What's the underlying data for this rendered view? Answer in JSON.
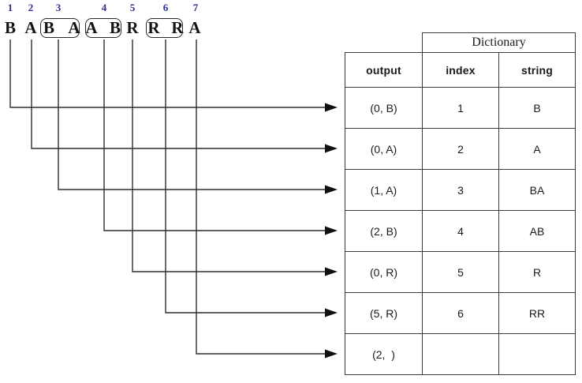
{
  "palette": {
    "background": "#ffffff",
    "number_color": "#2b2b92",
    "line_color": "#2e2e2e",
    "table_border_color": "#3c3c3c",
    "text_color": "#1a1a1a"
  },
  "sequence": {
    "description": "input symbol stream parsed into numbered phrases",
    "tokens": [
      {
        "number": "1",
        "letters": [
          "B"
        ],
        "boxed": false
      },
      {
        "number": "2",
        "letters": [
          "A"
        ],
        "boxed": false
      },
      {
        "number": "3",
        "letters": [
          "B",
          "A"
        ],
        "boxed": true
      },
      {
        "number": "4",
        "letters": [
          "A",
          "B"
        ],
        "boxed": true
      },
      {
        "number": "5",
        "letters": [
          "R"
        ],
        "boxed": false
      },
      {
        "number": "6",
        "letters": [
          "R",
          "R"
        ],
        "boxed": true
      },
      {
        "number": "7",
        "letters": [
          "A"
        ],
        "boxed": false
      }
    ]
  },
  "connectors": [
    {
      "from_phrase": 1,
      "to_row": 1
    },
    {
      "from_phrase": 2,
      "to_row": 2
    },
    {
      "from_phrase": 3,
      "to_row": 3
    },
    {
      "from_phrase": 4,
      "to_row": 4
    },
    {
      "from_phrase": 5,
      "to_row": 5
    },
    {
      "from_phrase": 6,
      "to_row": 6
    },
    {
      "from_phrase": 7,
      "to_row": 7
    }
  ],
  "table": {
    "dictionary_header": "Dictionary",
    "columns": [
      "output",
      "index",
      "string"
    ],
    "rows": [
      {
        "output": "(0, B)",
        "index": "1",
        "string": "B"
      },
      {
        "output": "(0, A)",
        "index": "2",
        "string": "A"
      },
      {
        "output": "(1, A)",
        "index": "3",
        "string": "BA"
      },
      {
        "output": "(2, B)",
        "index": "4",
        "string": "AB"
      },
      {
        "output": "(0, R)",
        "index": "5",
        "string": "R"
      },
      {
        "output": "(5, R)",
        "index": "6",
        "string": "RR"
      },
      {
        "output": "(2,  )",
        "index": "",
        "string": ""
      }
    ]
  }
}
